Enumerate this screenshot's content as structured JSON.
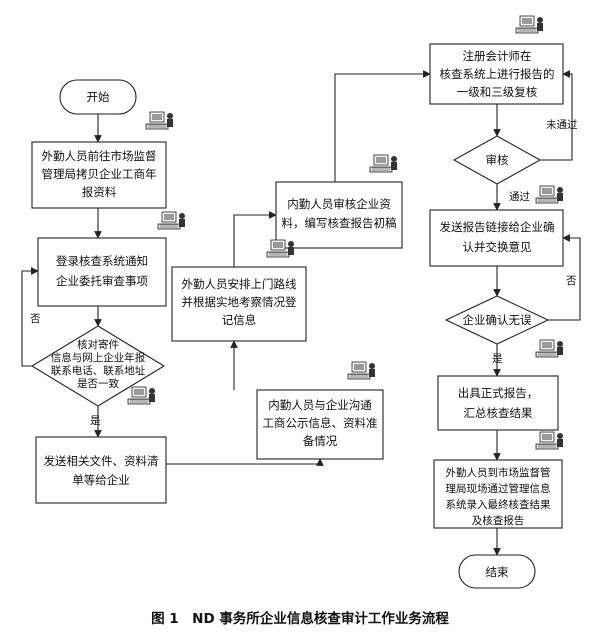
{
  "nodes": {
    "start": "开始",
    "a1": [
      "外勤人员前往市场监督",
      "管理局拷贝企业工商年",
      "报资料"
    ],
    "a2": [
      "登录核查系统通知",
      "企业委托审查事项"
    ],
    "a3": [
      "核对寄件",
      "信息与网上企业年报",
      "联系电话、联系地址",
      "是否一致"
    ],
    "a4": [
      "发送相关文件、资料清",
      "单等给企业"
    ],
    "b1": [
      "内勤人员与企业沟通",
      "工商公示信息、资料准",
      "备情况"
    ],
    "b2": [
      "外勤人员安排上门路线",
      "并根据实地考察情况登",
      "记信息"
    ],
    "b3": [
      "内勤人员审核企业资",
      "料，编写核查报告初稿"
    ],
    "c1": [
      "注册会计师在",
      "核查系统上进行报告的",
      "一级和三级复核"
    ],
    "c2": "审核",
    "c3": [
      "发送报告链接给企业确",
      "认并交换意见"
    ],
    "c4": "企业确认无误",
    "c5": [
      "出具正式报告，",
      "汇总核查结果"
    ],
    "c6": [
      "外勤人员到市场监督管",
      "理局现场通过管理信息",
      "系统录入最终核查结果",
      "及核查报告"
    ],
    "end": "结束"
  },
  "edge_labels": {
    "no_a": "否",
    "yes_a": "是",
    "not_passed": "未通过",
    "passed": "通过",
    "no_c": "否",
    "yes_c": "是"
  },
  "caption": "图 1　ND 事务所企业信息核查审计工作业务流程",
  "icons": [
    "computer-user-icon"
  ]
}
